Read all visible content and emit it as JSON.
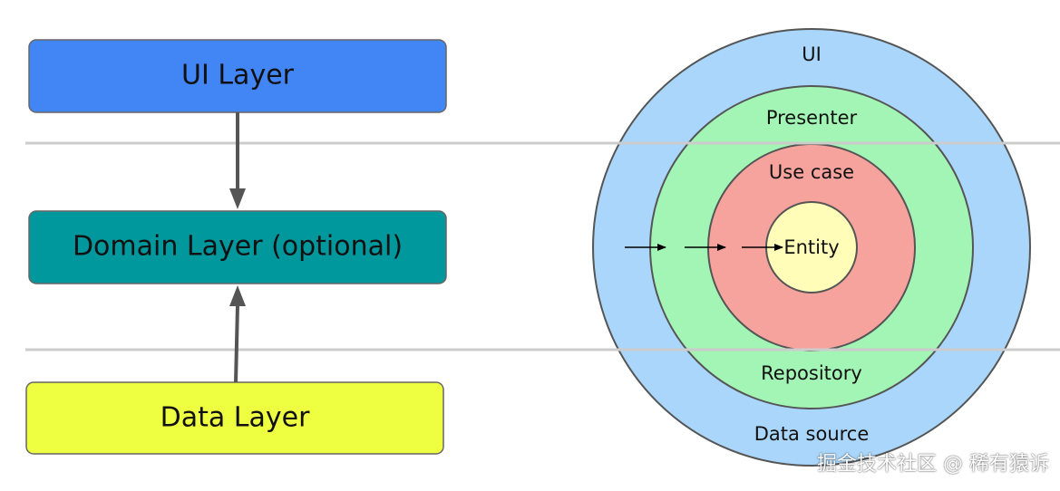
{
  "layers": {
    "ui": {
      "label": "UI Layer",
      "color": "#4285F4"
    },
    "domain": {
      "label": "Domain Layer (optional)",
      "color": "#00979D"
    },
    "data": {
      "label": "Data Layer",
      "color": "#EEFF41"
    }
  },
  "rings": {
    "ui": {
      "label": "UI",
      "color": "#A9D6FA"
    },
    "presenter": {
      "label": "Presenter",
      "color": "#A3F5B5"
    },
    "use_case": {
      "label": "Use case",
      "color": "#F7A39D"
    },
    "entity": {
      "label": "Entity",
      "color": "#FFFDB8"
    },
    "repository": {
      "label": "Repository"
    },
    "data_source": {
      "label": "Data source"
    }
  },
  "watermark": "掘金技术社区 @ 稀有猿诉"
}
